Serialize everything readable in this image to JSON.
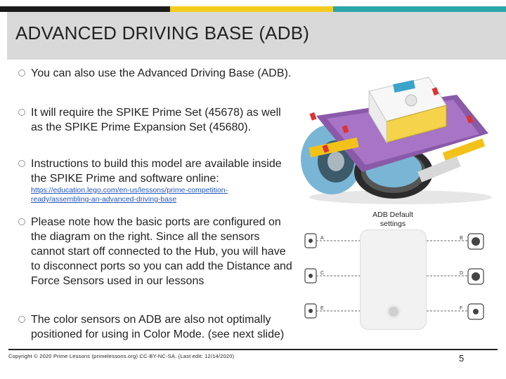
{
  "slide": {
    "title": "ADVANCED DRIVING BASE (ADB)",
    "bullets": [
      "You can also use the Advanced Driving Base (ADB).",
      "It will require the SPIKE Prime Set (45678) as well as the SPIKE Prime Expansion Set (45680).",
      "Instructions to build this model are available inside the SPIKE Prime and software online:",
      "Please note how the basic ports are configured on the diagram on the right. Since all the sensors cannot start off connected to the Hub, you will have to disconnect ports so you can add the Distance and Force Sensors used in our lessons",
      "The color sensors on ADB are also not optimally positioned for using in Color Mode. (see next slide)"
    ],
    "link": "https://education.lego.com/en-us/lessons/prime-competition-ready/assembling-an-advanced-driving-base"
  },
  "diagram": {
    "caption": "ADB Default settings",
    "ports": [
      "A",
      "B",
      "C",
      "D",
      "E",
      "F"
    ]
  },
  "footer": {
    "copyright": "Copyright © 2020 Prime Lessons (primelessons.org) CC-BY-NC-SA. (Last edit: 12/14/2020)",
    "page_number": "5"
  },
  "colors": {
    "bar_dark": "#1a1a1a",
    "bar_yellow": "#f4cc1f",
    "bar_teal": "#2aa6a9",
    "title_bg": "#d9d9d9",
    "link": "#2255bb"
  }
}
